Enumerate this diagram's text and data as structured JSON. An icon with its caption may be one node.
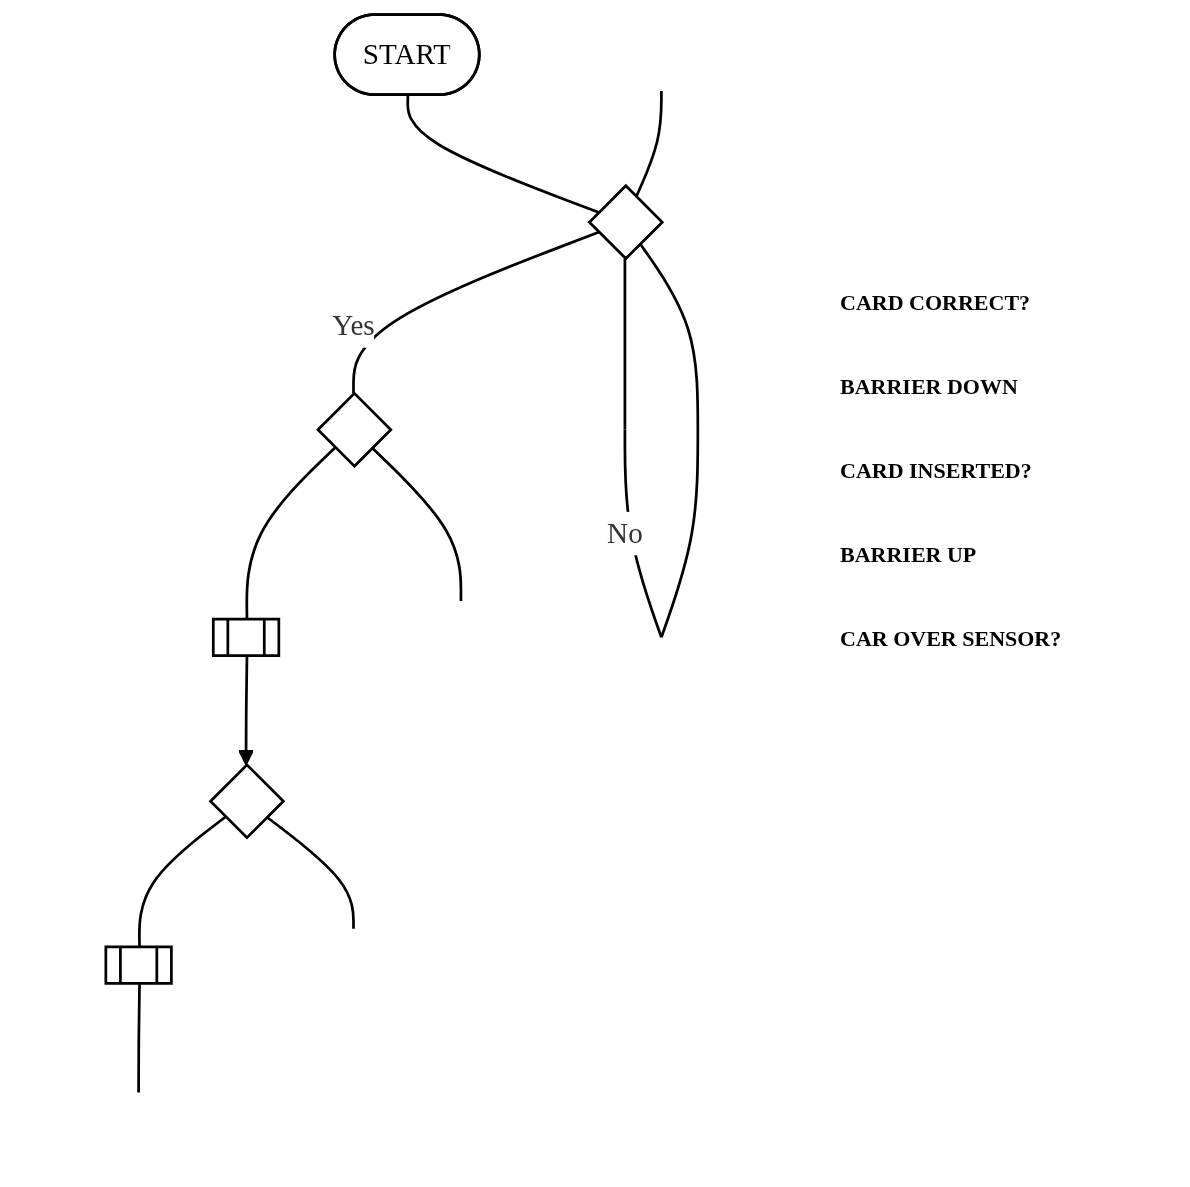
{
  "diagram": {
    "nodes": [
      {
        "text": [
          "START"
        ]
      },
      {
        "text": [],
        "shape": "diamond"
      },
      {
        "text": [],
        "shape": "diamond"
      },
      {
        "text": [],
        "shape": "box"
      },
      {
        "text": [],
        "shape": "diamond"
      },
      {
        "text": [],
        "shape": "box"
      }
    ],
    "edges": [
      {
        "from": 0,
        "to": 1,
        "arrow": "none"
      },
      {
        "from": 1,
        "to": 1,
        "arrow": "none",
        "label": "No"
      },
      {
        "from": 1,
        "to": 2,
        "arrow": "none",
        "label": "Yes"
      },
      {
        "from": 2,
        "to": null,
        "arrow": "none"
      },
      {
        "from": 2,
        "to": 3,
        "arrow": "none"
      },
      {
        "from": 3,
        "to": 4,
        "arrow": "to"
      },
      {
        "from": 4,
        "to": null,
        "arrow": "none"
      },
      {
        "from": 4,
        "to": 5,
        "arrow": "none"
      },
      {
        "from": 5,
        "to": null,
        "arrow": "none"
      },
      {
        "from": null,
        "to": 1,
        "arrow": "none"
      }
    ],
    "labels": [
      "CARD CORRECT?",
      "BARRIER DOWN",
      "CARD INSERTED?",
      "BARRIER UP",
      "CAR OVER SENSOR?"
    ]
  }
}
